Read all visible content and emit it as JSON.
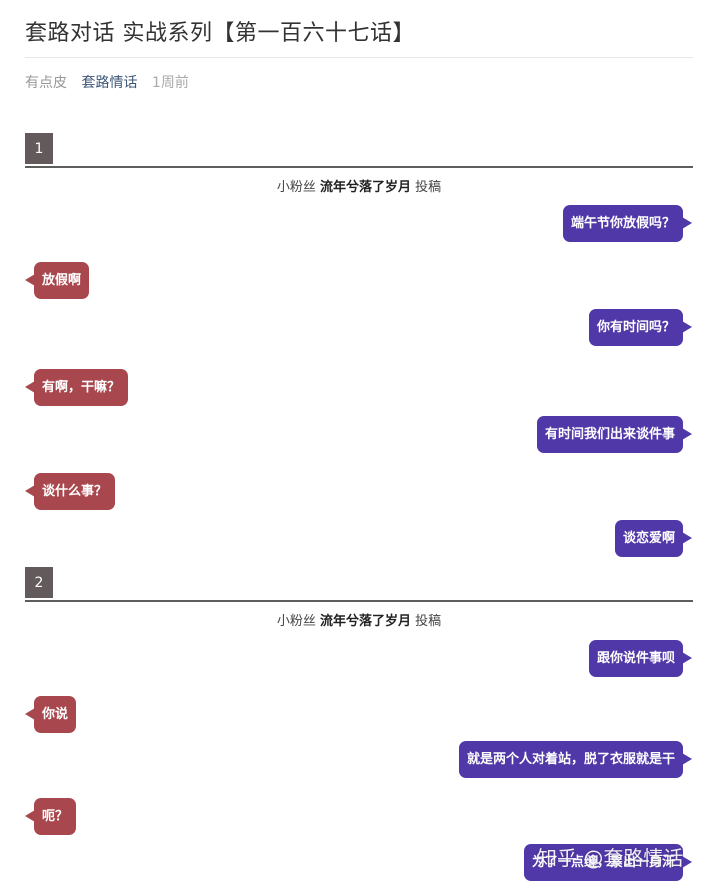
{
  "article": {
    "title": "套路对话 实战系列【第一百六十七话】",
    "author": "有点皮",
    "column": "套路情话",
    "time": "1周前"
  },
  "sections": [
    {
      "number": "1",
      "contributor_prefix": "小粉丝",
      "contributor_name": "流年兮落了岁月",
      "contributor_suffix": "投稿",
      "messages": [
        "端午节你放假吗？",
        "放假啊",
        "你有时间吗？",
        "有啊，干嘛？",
        "有时间我们出来谈件事",
        "谈什么事？",
        "谈恋爱啊"
      ]
    },
    {
      "number": "2",
      "contributor_prefix": "小粉丝",
      "contributor_name": "流年兮落了岁月",
      "contributor_suffix": "投稿",
      "messages": [
        "跟你说件事呗",
        "你说",
        "就是两个人对着站，脱了衣服就是干",
        "呃？",
        "为了一点缝，累出一身汗"
      ]
    }
  ],
  "watermark": "知乎 @套路情话",
  "colors": {
    "right_bubble": "#5138a8",
    "left_bubble": "#a8484e",
    "section_badge": "#625a5b"
  }
}
